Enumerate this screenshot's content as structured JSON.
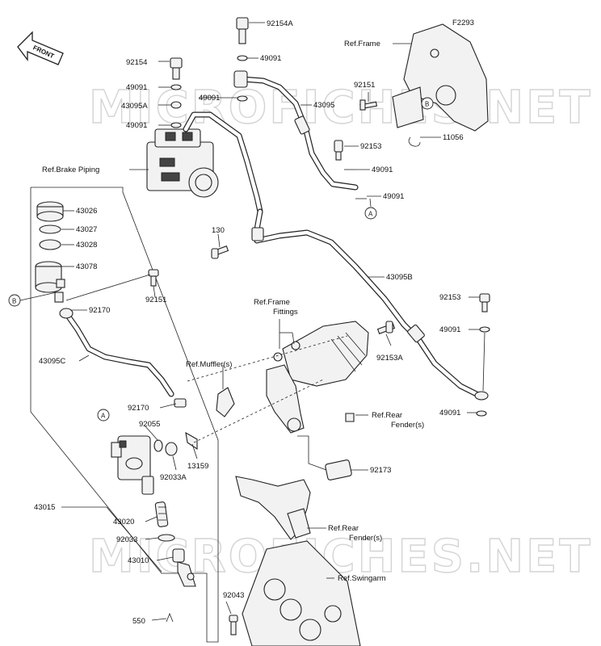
{
  "diagram_code": "F2293",
  "front_label": "FRONT",
  "watermark": "MICROFICHES.NET",
  "callouts": {
    "A": "A",
    "B": "B"
  },
  "labels": {
    "p92154A": "92154A",
    "p92154": "92154",
    "p49091_1": "49091",
    "p49091_2": "49091",
    "p43095A": "43095A",
    "p49091_3": "49091",
    "p43095": "43095",
    "ref_frame_top": "Ref.Frame",
    "p92151_top": "92151",
    "p11056": "11056",
    "p92153_top": "92153",
    "p49091_4": "49091",
    "p49091_5": "49091",
    "ref_brake_piping": "Ref.Brake Piping",
    "p43026": "43026",
    "p43027": "43027",
    "p43028": "43028",
    "p43078": "43078",
    "p130": "130",
    "p43095B": "43095B",
    "p92151_mid": "92151",
    "p92153_right": "92153",
    "p92170_top": "92170",
    "ref_frame_fittings_1": "Ref.Frame",
    "ref_frame_fittings_2": "Fittings",
    "p49091_right1": "49091",
    "p43095C": "43095C",
    "p92153A": "92153A",
    "ref_mufflers": "Ref.Muffler(s)",
    "p49091_right2": "49091",
    "p92170_low": "92170",
    "p92055": "92055",
    "ref_rear_fender_1a": "Ref.Rear",
    "ref_rear_fender_1b": "Fender(s)",
    "p13159": "13159",
    "p92033A": "92033A",
    "p92173": "92173",
    "p43015": "43015",
    "p43020": "43020",
    "ref_rear_fender_2a": "Ref.Rear",
    "ref_rear_fender_2b": "Fender(s)",
    "p92033": "92033",
    "p43010": "43010",
    "ref_swingarm": "Ref.Swingarm",
    "p92043": "92043",
    "p550": "550"
  }
}
